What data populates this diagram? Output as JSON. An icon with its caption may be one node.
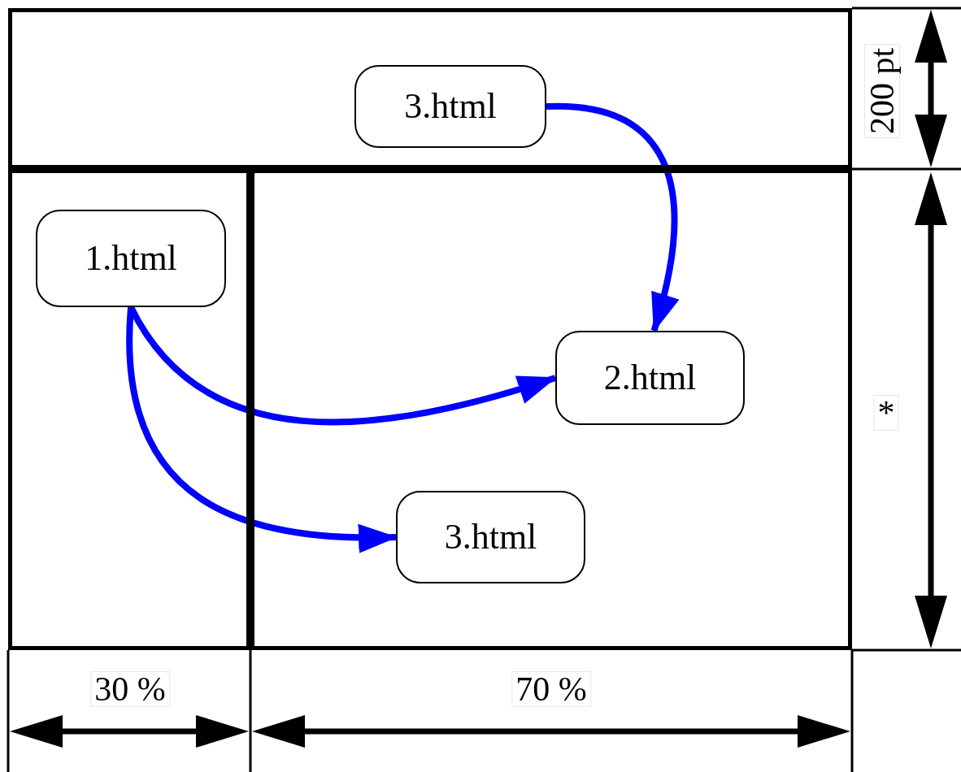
{
  "diagram": {
    "nodes": [
      {
        "text": [],
        "shape": "box"
      },
      {
        "text": [
          "3.html"
        ],
        "in": 0
      },
      {
        "text": [],
        "shape": "box"
      },
      {
        "text": [
          "1.html"
        ],
        "in": 2
      },
      {
        "text": [],
        "shape": "box"
      },
      {
        "text": [
          "2.html"
        ],
        "in": 4
      },
      {
        "text": [
          "3.html"
        ],
        "in": 4
      }
    ],
    "edges": [
      {
        "from": 1,
        "to": 5,
        "arrow": "to"
      },
      {
        "from": 3,
        "to": 5,
        "arrow": "to"
      },
      {
        "from": 3,
        "to": 6,
        "arrow": "to"
      }
    ],
    "labels": [
      "200 pt",
      "*",
      "30 %",
      "70 %"
    ]
  }
}
